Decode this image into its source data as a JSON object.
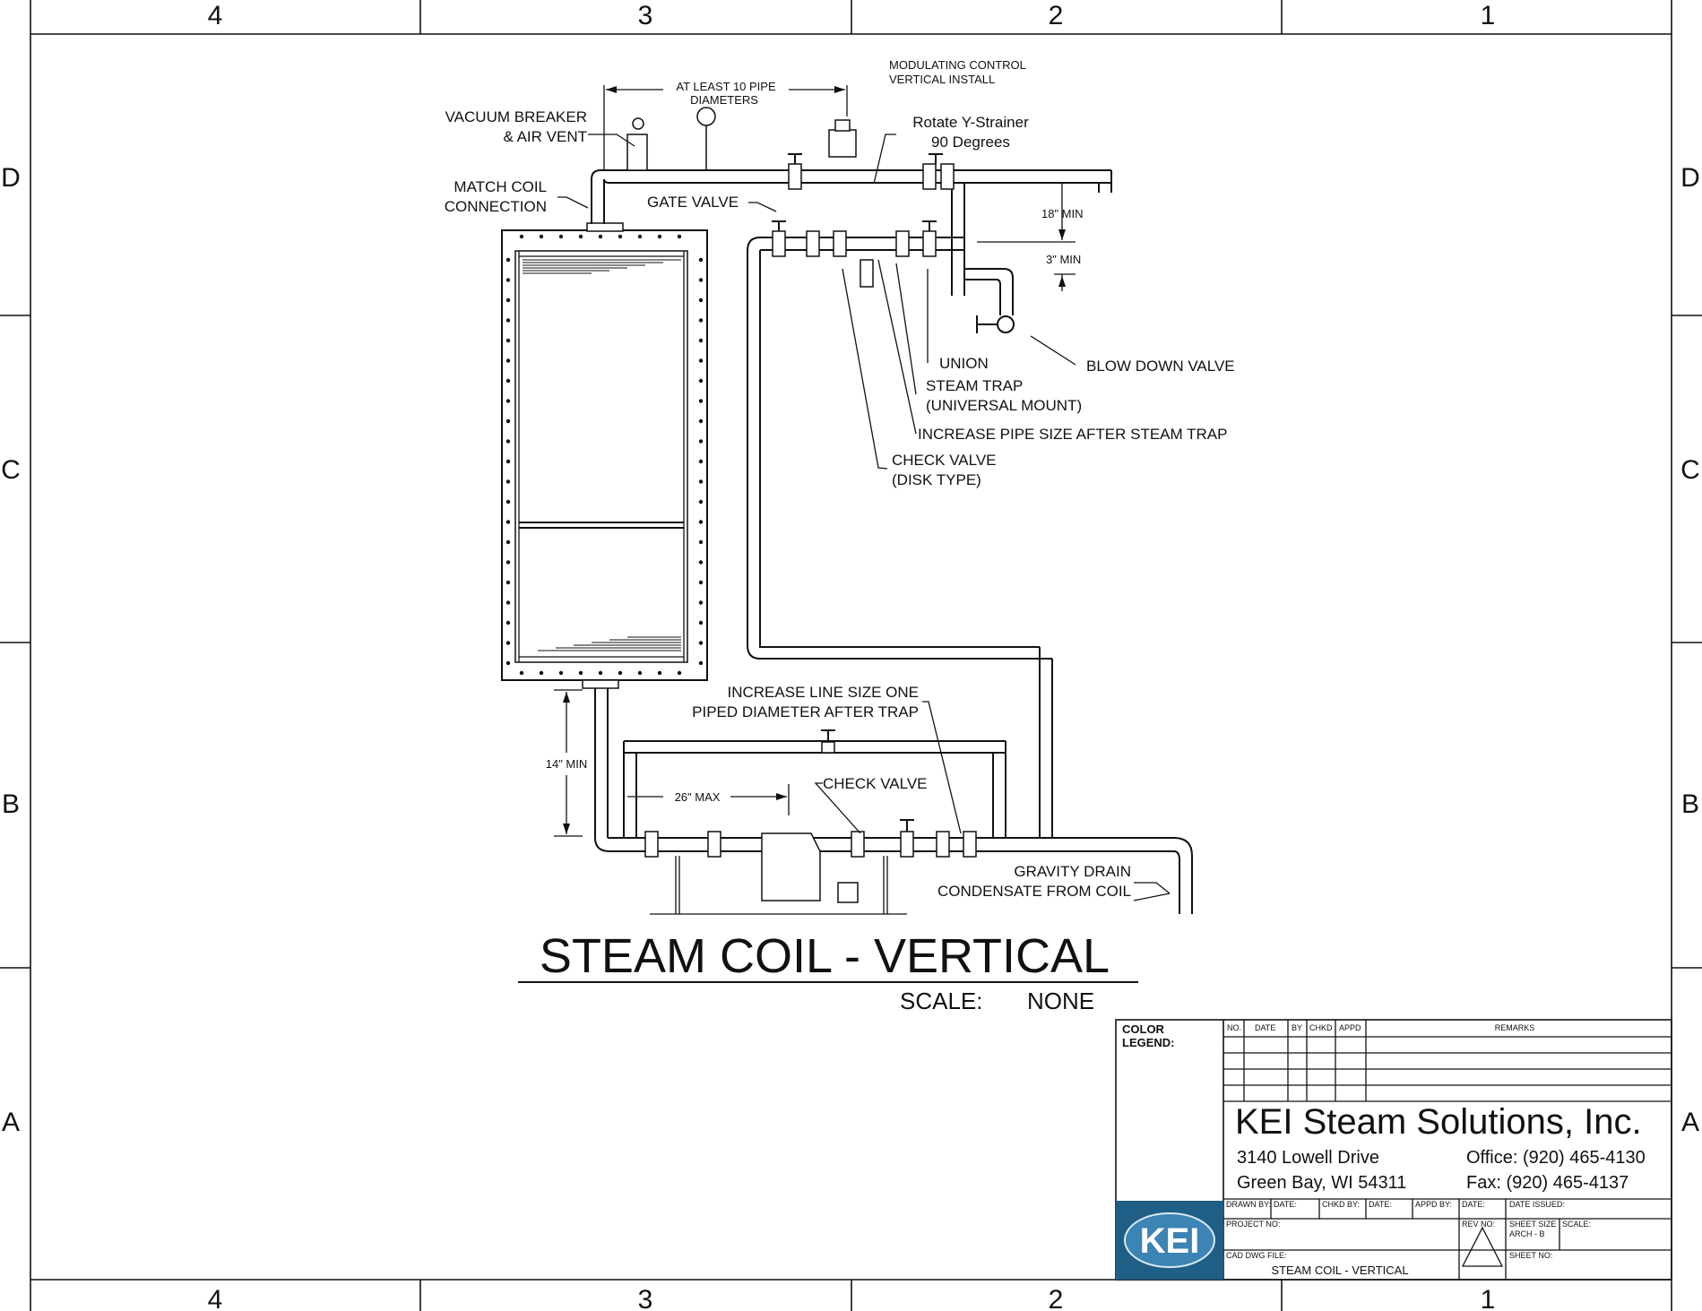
{
  "border": {
    "columns": [
      "4",
      "3",
      "2",
      "1"
    ],
    "rows": [
      "D",
      "C",
      "B",
      "A"
    ]
  },
  "title": "STEAM COIL - VERTICAL",
  "scale_label": "SCALE:",
  "scale_value": "NONE",
  "labels": {
    "pipe_diameters_1": "AT LEAST 10 PIPE",
    "pipe_diameters_2": "DIAMETERS",
    "modulating_1": "MODULATING CONTROL",
    "modulating_2": "VERTICAL INSTALL",
    "vacuum_1": "VACUUM BREAKER",
    "vacuum_2": "& AIR VENT",
    "rotate_1": "Rotate Y-Strainer",
    "rotate_2": "90 Degrees",
    "match_1": "MATCH COIL",
    "match_2": "CONNECTION",
    "gate_valve": "GATE VALVE",
    "min18": "18\" MIN",
    "min3": "3\" MIN",
    "union": "UNION",
    "blow_down": "BLOW DOWN VALVE",
    "steam_trap_1": "STEAM TRAP",
    "steam_trap_2": "(UNIVERSAL MOUNT)",
    "increase_pipe": "INCREASE PIPE SIZE AFTER STEAM TRAP",
    "check_disk_1": "CHECK VALVE",
    "check_disk_2": "(DISK TYPE)",
    "increase_line_1": "INCREASE LINE SIZE ONE",
    "increase_line_2": "PIPED DIAMETER AFTER TRAP",
    "min14": "14\" MIN",
    "max26": "26\" MAX",
    "check_valve": "CHECK VALVE",
    "gravity_1": "GRAVITY DRAIN",
    "gravity_2": "CONDENSATE FROM COIL"
  },
  "title_block": {
    "color_legend_1": "COLOR",
    "color_legend_2": "LEGEND:",
    "rev_headers": [
      "NO.",
      "DATE",
      "BY",
      "CHKD",
      "APPD",
      "REMARKS"
    ],
    "company": "KEI Steam Solutions, Inc.",
    "address_1": "3140 Lowell Drive",
    "address_2": "Green Bay, WI 54311",
    "office": "Office: (920) 465-4130",
    "fax": "Fax: (920) 465-4137",
    "drawn_by": "DRAWN BY:",
    "date1": "DATE:",
    "chkd_by": "CHKD BY:",
    "date2": "DATE:",
    "appd_by": "APPD BY:",
    "date3": "DATE:",
    "date_issued": "DATE ISSUED:",
    "project_no": "PROJECT NO:",
    "rev_no": "REV NO:",
    "sheet_size": "SHEET SIZE",
    "sheet_size_val": "ARCH - B",
    "scale": "SCALE:",
    "cad_file": "CAD DWG FILE:",
    "cad_file_val": "STEAM COIL - VERTICAL",
    "sheet_no": "SHEET NO:",
    "logo": "KEI"
  }
}
